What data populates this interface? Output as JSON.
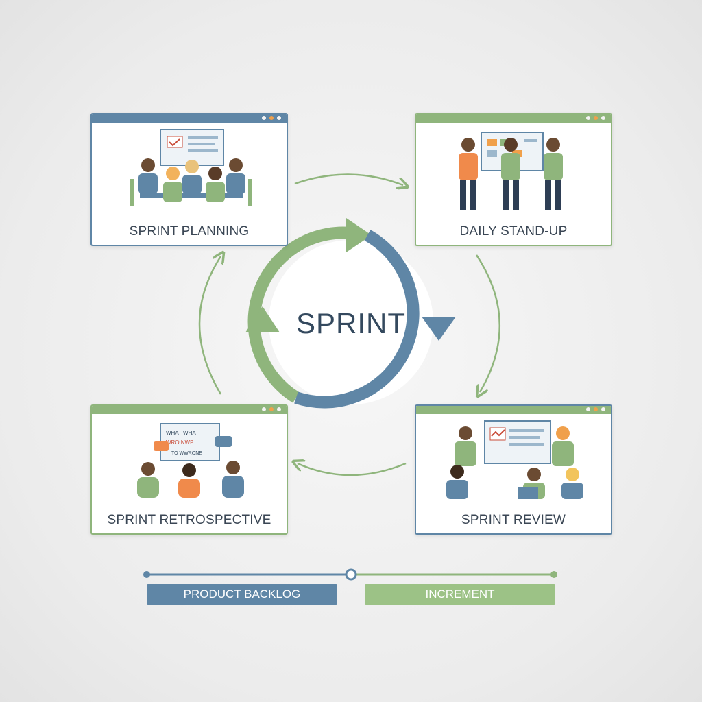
{
  "center": {
    "label": "SPRINT"
  },
  "cards": {
    "planning": {
      "caption": "SPRINT PLANNING"
    },
    "standup": {
      "caption": "DAILY STAND-UP"
    },
    "retro": {
      "caption": "SPRINT RETROSPECTIVE",
      "board_line1": "WHAT  WHAT",
      "board_line2": "WRO  NWP",
      "board_line3": "TO  WWRONE"
    },
    "review": {
      "caption": "SPRINT REVIEW"
    }
  },
  "timeline": {
    "left_label": "PRODUCT BACKLOG",
    "right_label": "INCREMENT"
  },
  "colors": {
    "blue": "#5f86a6",
    "green": "#8fb57c",
    "orange": "#f0a04b",
    "text": "#34495e"
  }
}
